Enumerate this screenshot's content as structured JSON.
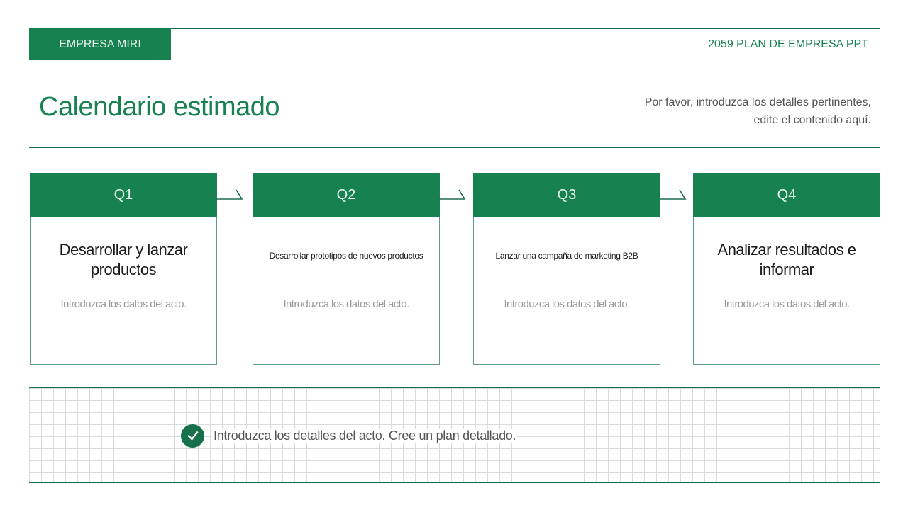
{
  "header": {
    "company": "EMPRESA MIRI",
    "plan_title": "2059 PLAN DE EMPRESA PPT"
  },
  "page": {
    "title": "Calendario estimado",
    "subtitle_line1": "Por favor, introduzca los detalles pertinentes,",
    "subtitle_line2": "edite el contenido aquí."
  },
  "quarters": [
    {
      "label": "Q1",
      "title": "Desarrollar y lanzar productos",
      "title_size": "large",
      "desc": "Introduzca los datos del acto."
    },
    {
      "label": "Q2",
      "title": "Desarrollar prototipos de nuevos productos",
      "title_size": "small",
      "desc": "Introduzca los datos del acto."
    },
    {
      "label": "Q3",
      "title": "Lanzar una campaña de marketing B2B",
      "title_size": "small",
      "desc": "Introduzca los datos del acto."
    },
    {
      "label": "Q4",
      "title": "Analizar resultados e informar",
      "title_size": "large",
      "desc": "Introduzca los datos del acto."
    }
  ],
  "footer_note": {
    "icon": "check-circle-icon",
    "text": "Introduzca los detalles del acto. Cree un plan detallado."
  },
  "colors": {
    "accent_green": "#17814f",
    "rule_green": "#1e6b55",
    "card_border": "#5c9a8a",
    "grid_line": "#d9dcdc"
  }
}
